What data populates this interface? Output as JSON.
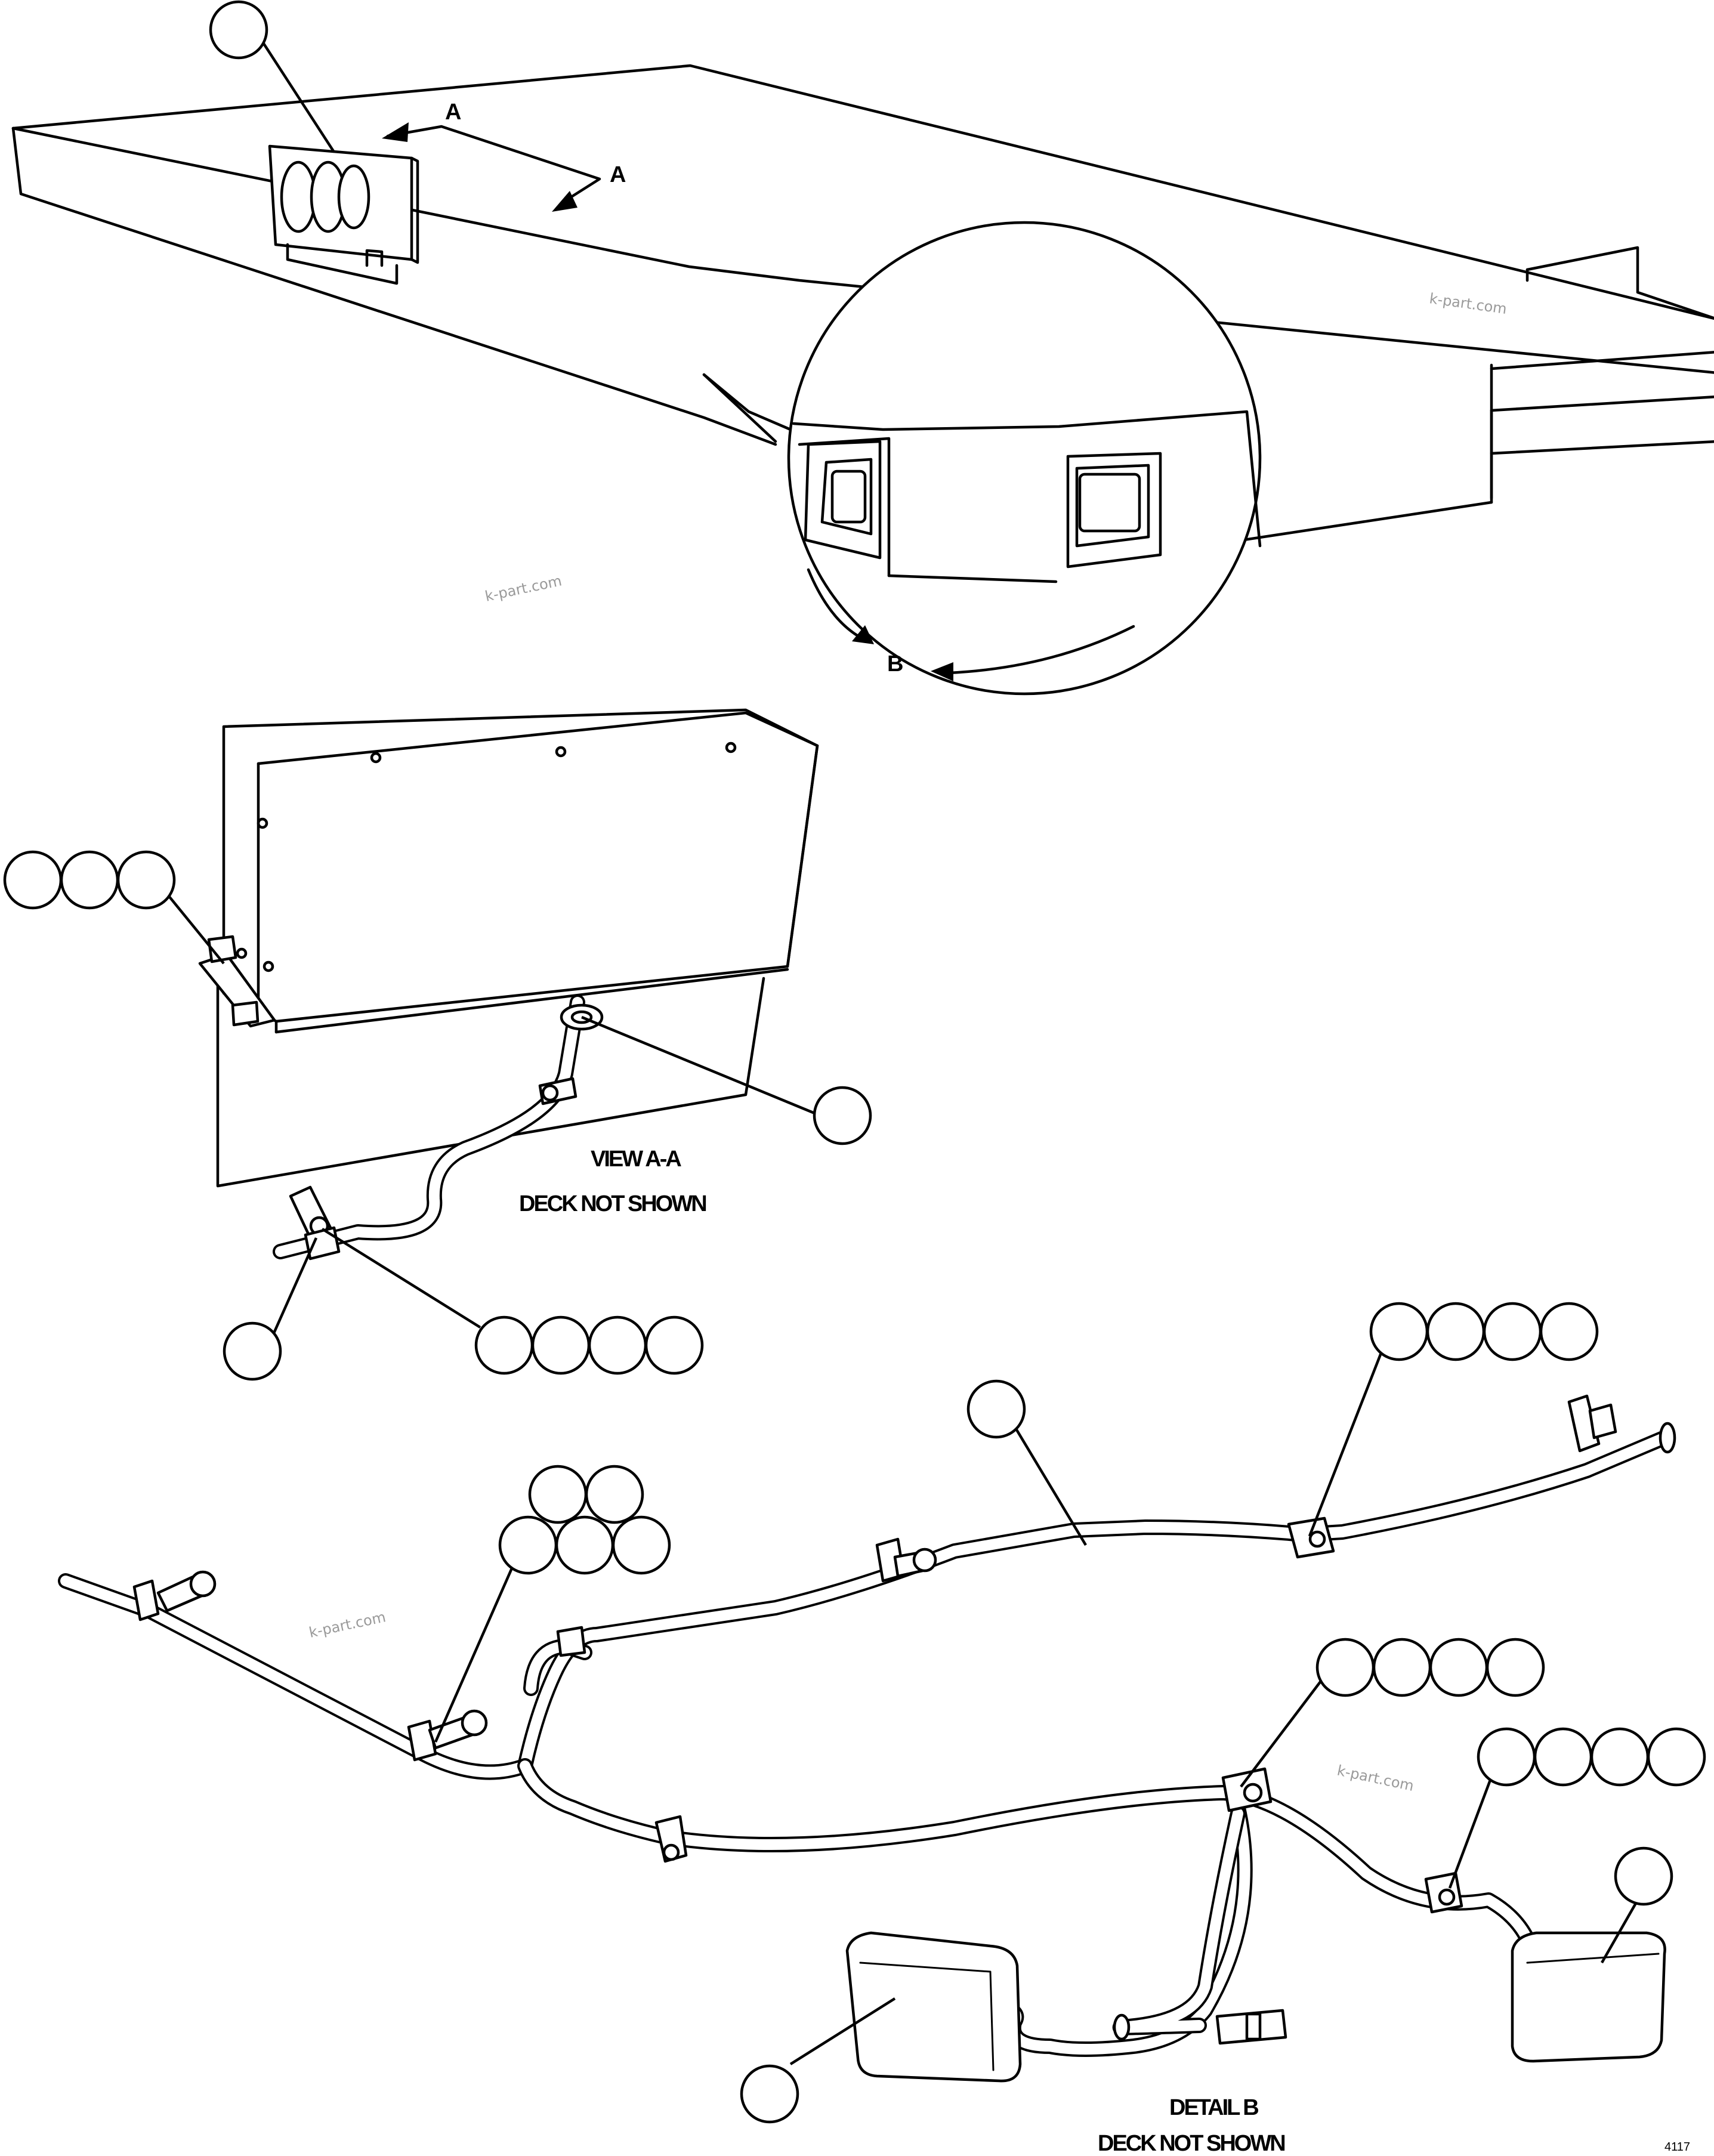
{
  "labels": {
    "view_a_arrow_1": "A",
    "view_a_arrow_2": "A",
    "detail_b_arrow": "B",
    "view_aa_title": "VIEW A-A",
    "view_aa_note": "DECK NOT SHOWN",
    "detail_b_title": "DETAIL B",
    "detail_b_note": "DECK NOT SHOWN",
    "sheet_code": "4117"
  },
  "watermarks": [
    "k-part.com",
    "k-part.com",
    "k-part.com",
    "k-part.com"
  ],
  "colors": {
    "line": "#000000",
    "background": "#ffffff",
    "watermark": "#9a9a9a"
  }
}
